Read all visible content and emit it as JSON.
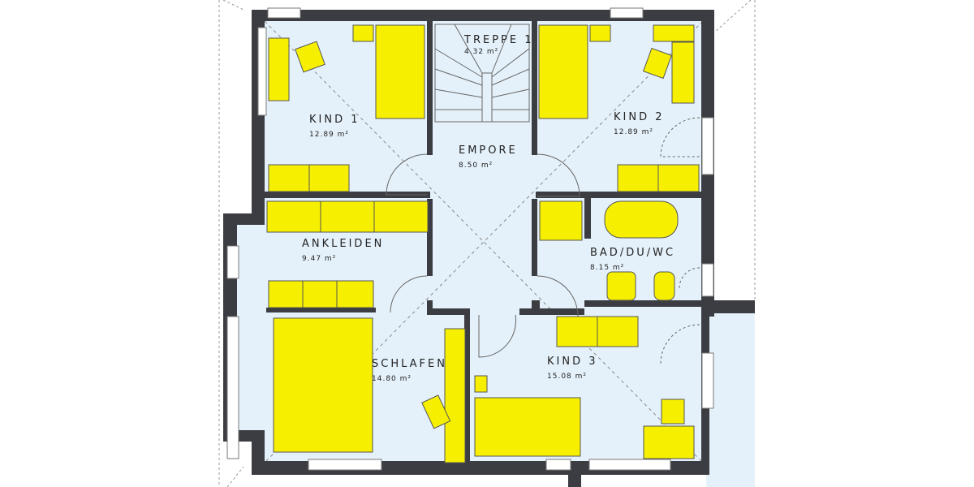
{
  "colors": {
    "wall": "#3c3d42",
    "floor": "#e5f1fa",
    "furniture": "#f6f000",
    "outline": "#555555"
  },
  "rooms": [
    {
      "name": "TREPPE 1",
      "area": "4.32 m²"
    },
    {
      "name": "KIND 1",
      "area": "12.89 m²"
    },
    {
      "name": "EMPORE",
      "area": "8.50 m²"
    },
    {
      "name": "KIND 2",
      "area": "12.89 m²"
    },
    {
      "name": "ANKLEIDEN",
      "area": "9.47 m²"
    },
    {
      "name": "BAD/DU/WC",
      "area": "8.15 m²"
    },
    {
      "name": "SCHLAFEN",
      "area": "14.80 m²"
    },
    {
      "name": "KIND 3",
      "area": "15.08 m²"
    }
  ]
}
